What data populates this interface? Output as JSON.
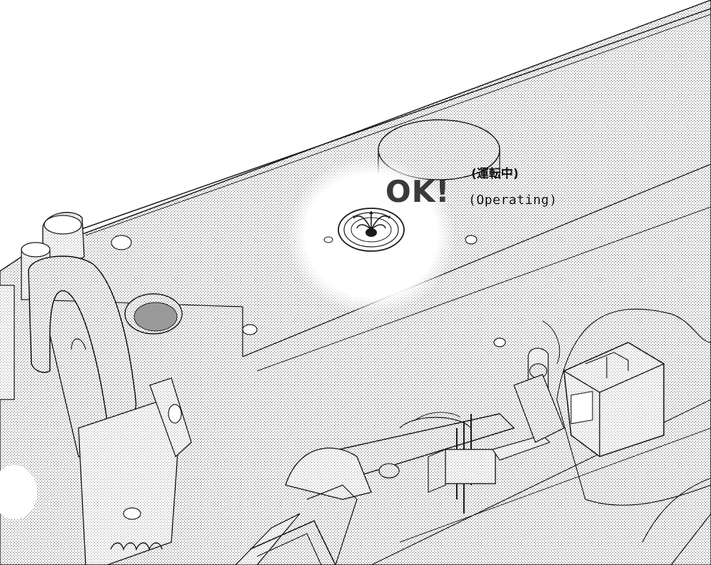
{
  "figure": {
    "status_word": "OK!",
    "status_jp": "(運転中)",
    "status_en": "(Operating)"
  },
  "parts": {
    "oil_window": "oil-sight-window",
    "body": "machine-bed",
    "thread_guide": "thread-guide-lever",
    "tension_box": "tension-unit",
    "looper": "looper-mechanism"
  },
  "colors": {
    "line": "#1a1a1a",
    "shade": "#c8c8c8",
    "highlight": "#ffffff"
  }
}
